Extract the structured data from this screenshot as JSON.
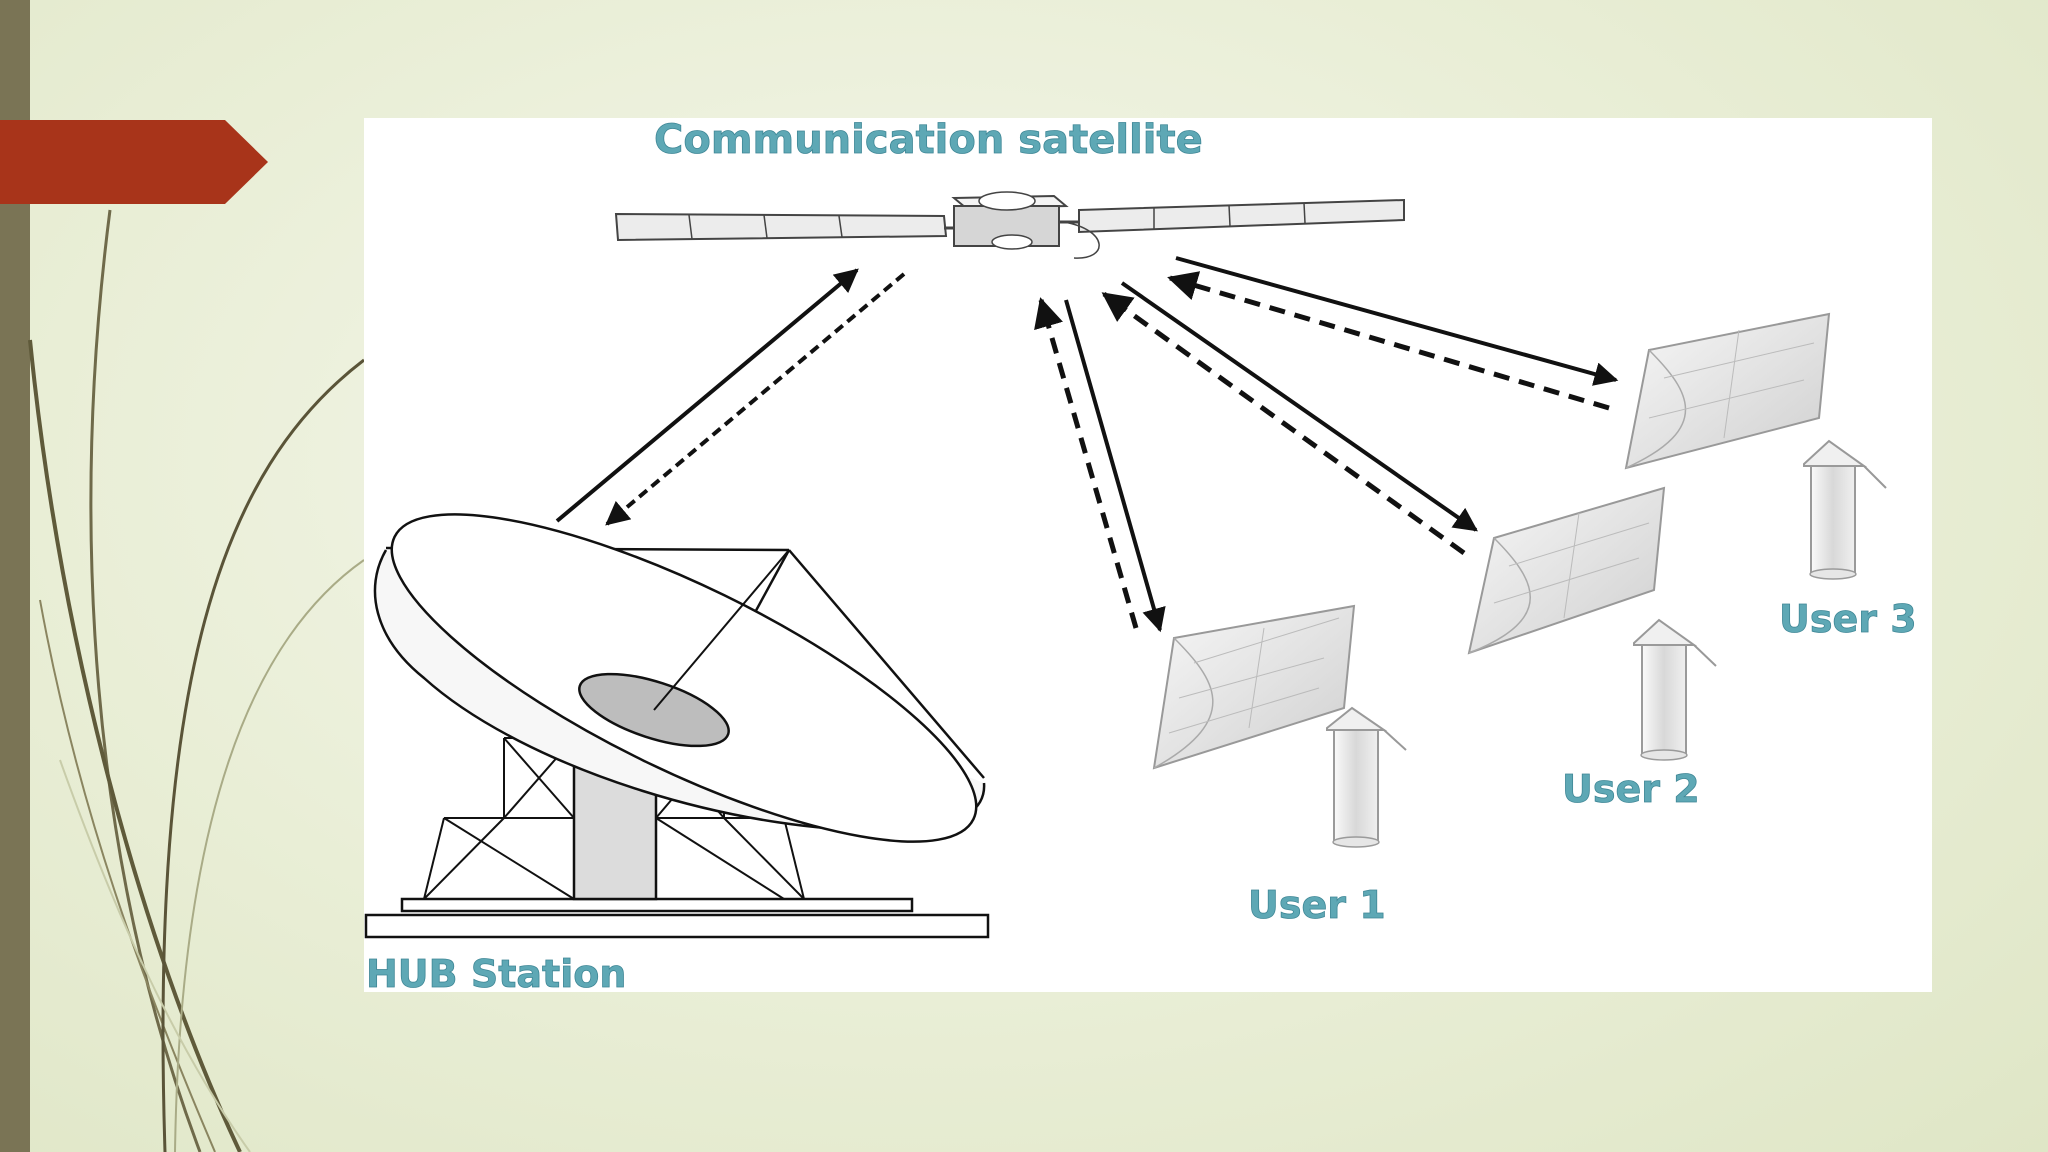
{
  "diagram": {
    "title": "Communication satellite",
    "hub_label": "HUB Station",
    "users": [
      "User 1",
      "User 2",
      "User 3"
    ]
  },
  "theme": {
    "accent_tab": "#a8341a",
    "side_bar": "#7a7455",
    "label_color": "#5ea8b5"
  }
}
